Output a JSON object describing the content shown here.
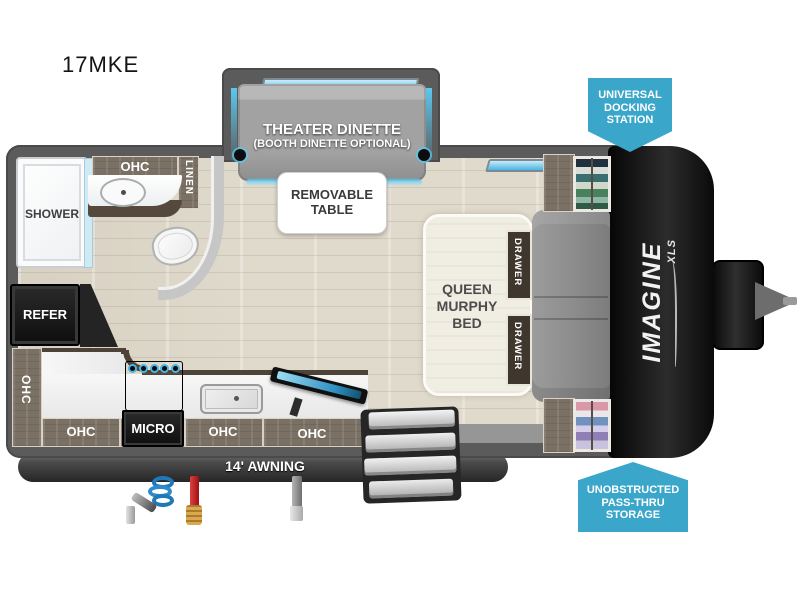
{
  "title": "17MKE",
  "colors": {
    "badge-blue": "#3aa6ca",
    "window-blue": "#4ab4e4",
    "wall-gray": "#5b5b5b",
    "floor-beige": "#e0dacc",
    "wood-brown": "#7a7063",
    "appliance-black": "#1b1b1b",
    "bed-cream": "#f0ede3",
    "sofa-gray": "#929292",
    "glow-blue": "#5ac8ee"
  },
  "slideout": {
    "line1": "THEATER DINETTE",
    "line2": "(BOOTH DINETTE OPTIONAL)"
  },
  "table": {
    "line1": "REMOVABLE",
    "line2": "TABLE"
  },
  "bathroom": {
    "shower": "SHOWER",
    "ohc": "OHC",
    "linen": "LINEN"
  },
  "bedroom": {
    "bed1": "QUEEN",
    "bed2": "MURPHY",
    "bed3": "BED",
    "drawer_top": "DRAWER",
    "drawer_bottom": "DRAWER"
  },
  "kitchen": {
    "refer": "REFER",
    "ohc_vertical": "OHC",
    "ohc_bottom_left": "OHC",
    "micro": "MICRO",
    "ohc_bottom_mid": "OHC",
    "ohc_bottom_right": "OHC"
  },
  "exterior": {
    "awning": "14' AWNING",
    "brand": "IMAGINE",
    "brand_sub": "XLS"
  },
  "callouts": {
    "docking1": "UNIVERSAL",
    "docking2": "DOCKING",
    "docking3": "STATION",
    "pass1": "UNOBSTRUCTED",
    "pass2": "PASS-THRU",
    "pass3": "STORAGE"
  }
}
